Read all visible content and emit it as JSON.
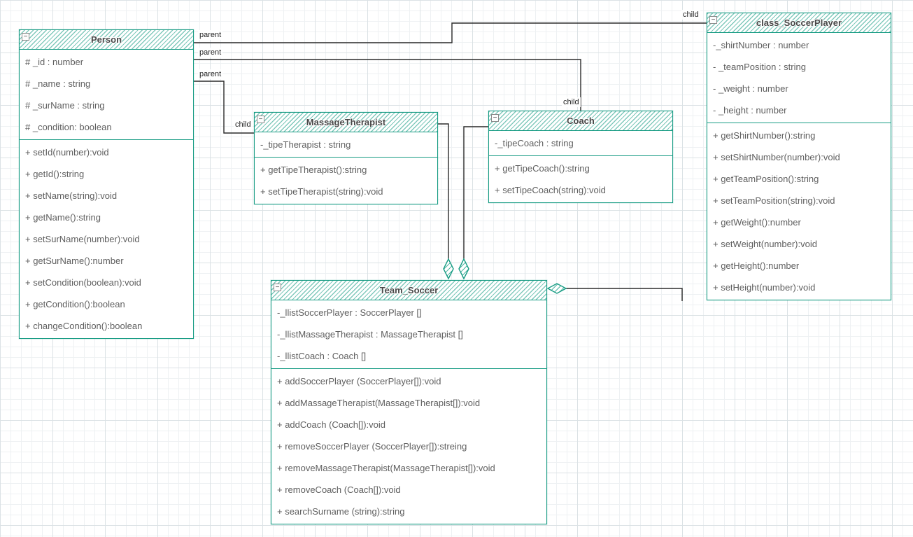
{
  "diagram": {
    "type": "uml-class-diagram"
  },
  "colors": {
    "accent": "#189c84",
    "edge": "#2b2b2b",
    "member_text": "#5f5f5f",
    "title_text": "#474747"
  },
  "icons": {
    "collapse_glyph": "−"
  },
  "classes": [
    {
      "name": "Person",
      "title": "Person",
      "attributes": [
        "# _id : number",
        "# _name : string",
        "# _surName : string",
        "# _condition: boolean"
      ],
      "methods": [
        "+ setId(number):void",
        "+ getId():string",
        "+ setName(string):void",
        "+ getName():string",
        "+ setSurName(number):void",
        "+ getSurName():number",
        "+ setCondition(boolean):void",
        "+ getCondition():boolean",
        "+ changeCondition():boolean"
      ]
    },
    {
      "name": "MassageTherapist",
      "title": "MassageTherapist",
      "attributes": [
        "-_tipeTherapist : string"
      ],
      "methods": [
        "+ getTipeTherapist():string",
        "+ setTipeTherapist(string):void"
      ]
    },
    {
      "name": "Coach",
      "title": "Coach",
      "attributes": [
        "-_tipeCoach : string"
      ],
      "methods": [
        "+ getTipeCoach():string",
        "+ setTipeCoach(string):void"
      ]
    },
    {
      "name": "class_SoccerPlayer",
      "title": "class_SoccerPlayer",
      "attributes": [
        "-_shirtNumber : number",
        "- _teamPosition : string",
        "- _weight : number",
        "- _height : number"
      ],
      "methods": [
        "+ getShirtNumber():string",
        "+ setShirtNumber(number):void",
        "+ getTeamPosition():string",
        "+ setTeamPosition(string):void",
        "+ getWeight():number",
        "+ setWeight(number):void",
        "+ getHeight():number",
        "+ setHeight(number):void"
      ]
    },
    {
      "name": "Team_Soccer",
      "title": "Team_Soccer",
      "attributes": [
        "-_llistSoccerPlayer : SoccerPlayer []",
        "-_llistMassageTherapist : MassageTherapist []",
        "-_llistCoach : Coach []"
      ],
      "methods": [
        "+ addSoccerPlayer (SoccerPlayer[]):void",
        "+ addMassageTherapist(MassageTherapist[]):void",
        "+ addCoach (Coach[]):void",
        "+ removeSoccerPlayer (SoccerPlayer[]):streing",
        "+ removeMassageTherapist(MassageTherapist[]):void",
        "+ removeCoach (Coach[]):void",
        "+ searchSurname (string):string"
      ]
    }
  ],
  "relationships": [
    {
      "from": "Person",
      "to": "class_SoccerPlayer",
      "type": "inheritance",
      "from_label": "parent",
      "to_label": "child"
    },
    {
      "from": "Person",
      "to": "Coach",
      "type": "inheritance",
      "from_label": "parent",
      "to_label": "child"
    },
    {
      "from": "Person",
      "to": "MassageTherapist",
      "type": "inheritance",
      "from_label": "parent",
      "to_label": "child"
    },
    {
      "from": "MassageTherapist",
      "to": "Team_Soccer",
      "type": "aggregation"
    },
    {
      "from": "Coach",
      "to": "Team_Soccer",
      "type": "aggregation"
    },
    {
      "from": "class_SoccerPlayer",
      "to": "Team_Soccer",
      "type": "aggregation"
    }
  ]
}
